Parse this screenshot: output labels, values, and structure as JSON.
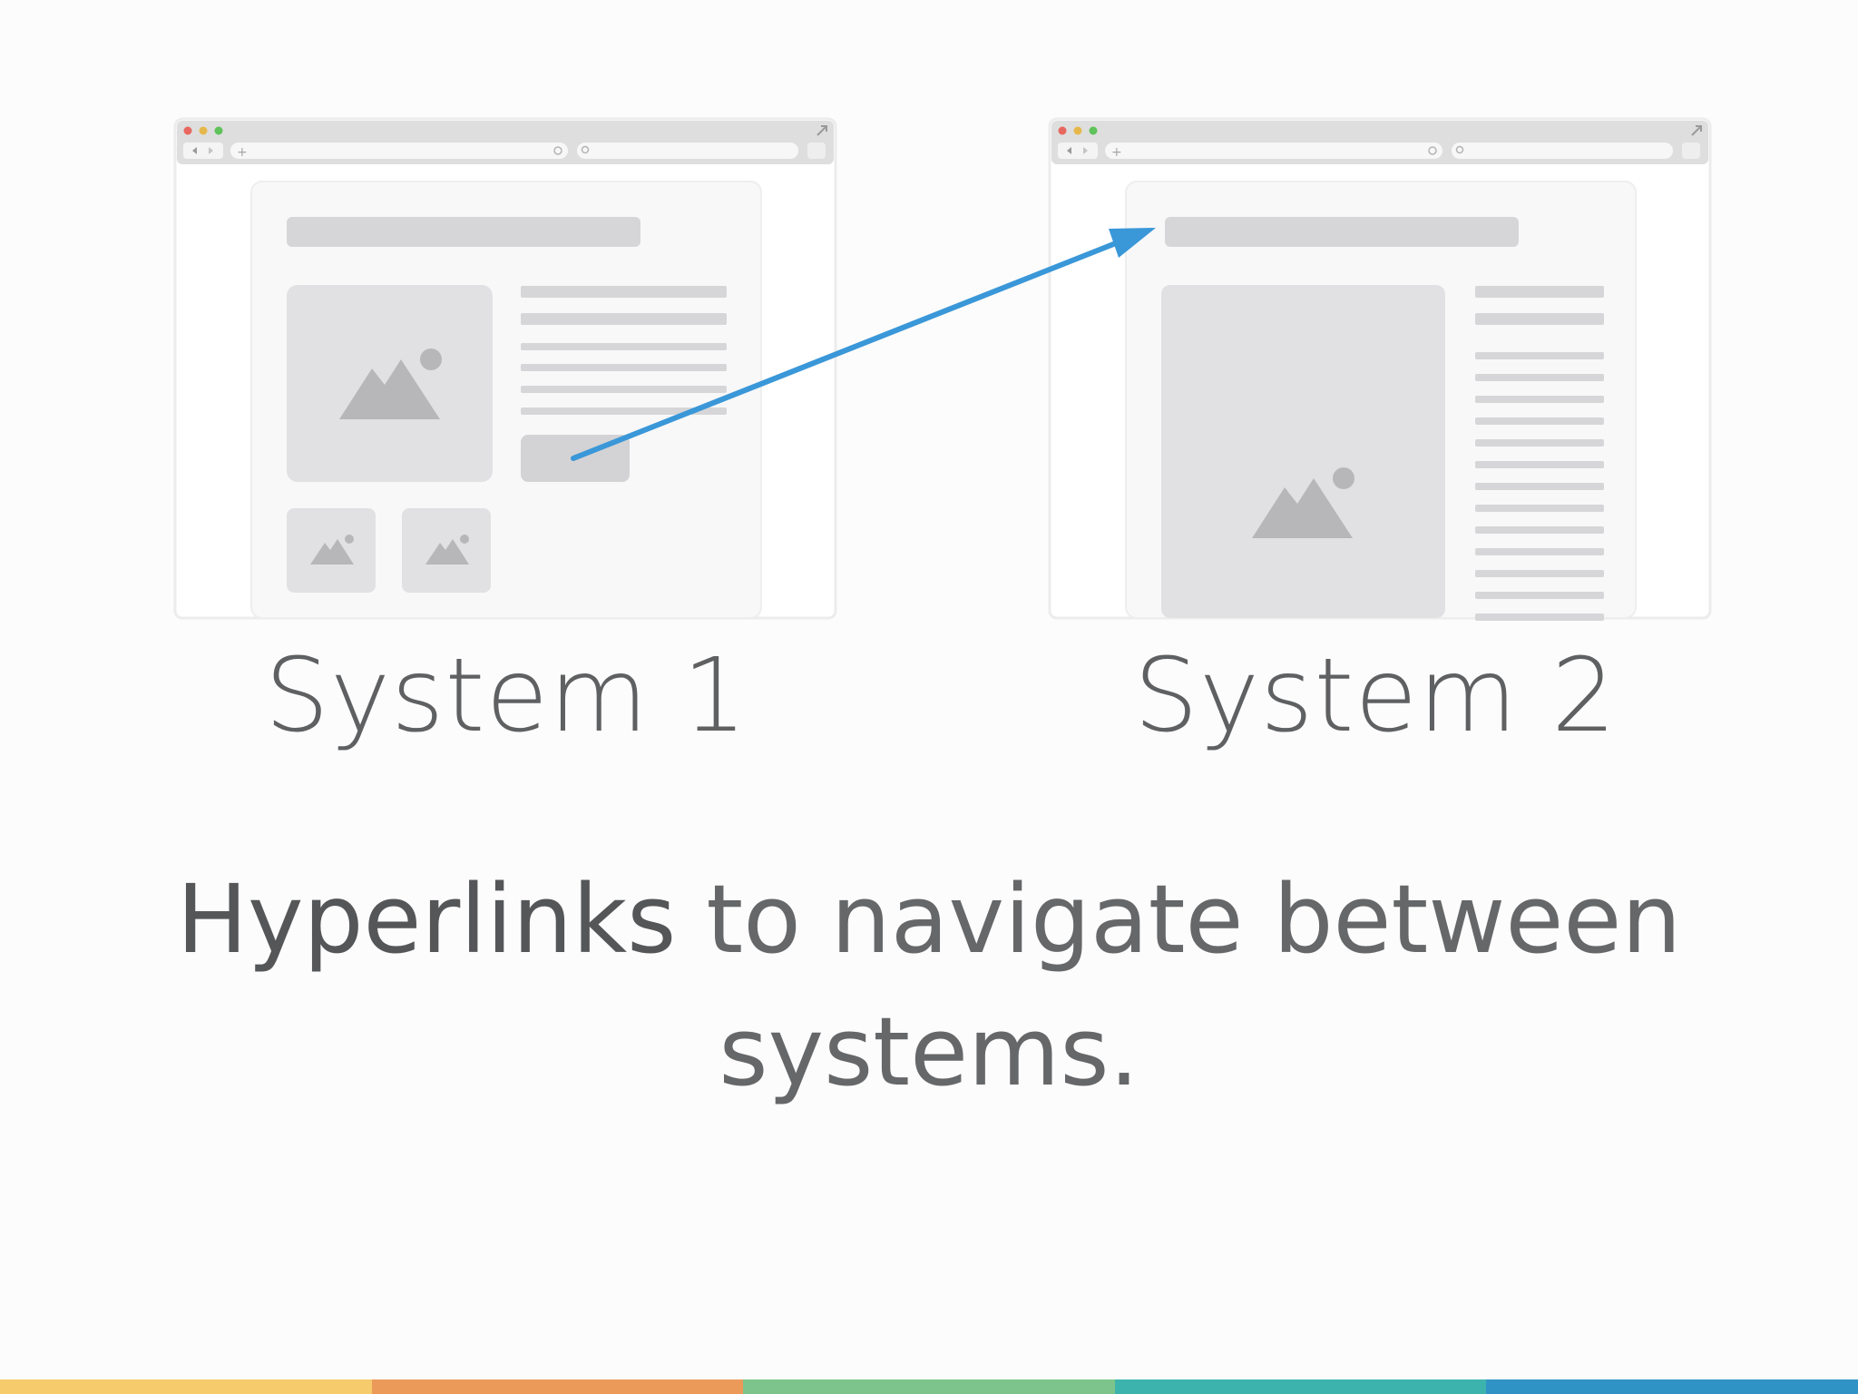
{
  "systems": [
    {
      "label": "System 1"
    },
    {
      "label": "System 2"
    }
  ],
  "headline": {
    "strong": "Hyperlinks",
    "rest": " to navigate between systems."
  },
  "colors": {
    "arrow": "#3a97d8",
    "placeholder": "#d6d6d8",
    "placeholder_dark": "#b6b6b8",
    "window_chrome": "#dedede",
    "traffic_lights": [
      "#e8675e",
      "#e6b84c",
      "#5fc25a"
    ],
    "footer": [
      "#f5cb6c",
      "#ec9a5a",
      "#7cc48b",
      "#3db3ad",
      "#2f93c6"
    ]
  },
  "icons": [
    "mountain-image-icon",
    "back-arrow-icon",
    "forward-arrow-icon",
    "plus-tab-icon",
    "refresh-icon",
    "search-icon",
    "expand-icon"
  ]
}
